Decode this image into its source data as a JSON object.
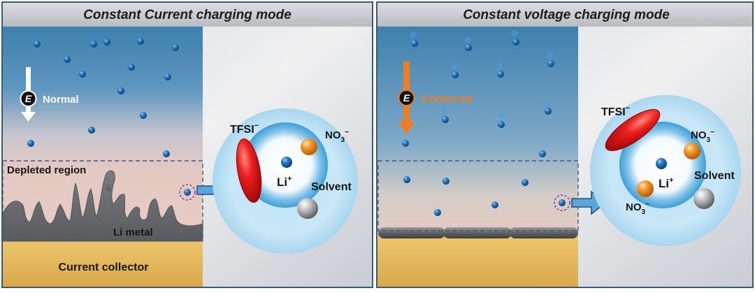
{
  "panels": {
    "left": {
      "title": "Constant Current charging mode",
      "field_symbol": "E",
      "field_label": "Normal",
      "depleted_label": "Depleted region",
      "metal_label": "Li metal",
      "collector_label": "Current collector"
    },
    "right": {
      "title": "Constant voltage charging mode",
      "field_symbol": "E",
      "field_label": "Enhanced"
    }
  },
  "solvation": {
    "left": {
      "anion": "TFSI",
      "anion_charge": "−",
      "nitrate": "NO",
      "nitrate_sub": "3",
      "nitrate_charge": "−",
      "cation": "Li",
      "cation_charge": "+",
      "solvent": "Solvent"
    },
    "right": {
      "anion": "TFSI",
      "anion_charge": "−",
      "nitrate": "NO",
      "nitrate_sub": "3",
      "nitrate_charge": "−",
      "nitrate2": "NO",
      "nitrate2_sub": "3",
      "nitrate2_charge": "−",
      "cation": "Li",
      "cation_charge": "+",
      "solvent": "Solvent"
    }
  },
  "colors": {
    "electrolyte_top": "#3d7fae",
    "depleted_pink": "#e7cac4",
    "collector_gold": "#e3b65a",
    "li_ion": "#1d6fb8",
    "tfsi_red": "#e0191c",
    "nitrate_orange": "#f08a16",
    "solvent_gray": "#a9a9a9",
    "normal_arrow": "#ffffff",
    "enhanced_arrow": "#ee7d23"
  }
}
